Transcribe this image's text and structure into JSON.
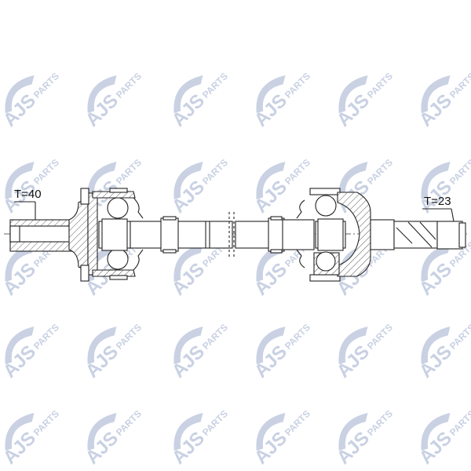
{
  "watermark": {
    "brand": "AJS",
    "suffix": "PARTS",
    "color": "#c9d1e3"
  },
  "labels": {
    "left_teeth": "T=40",
    "right_teeth": "T=23"
  }
}
